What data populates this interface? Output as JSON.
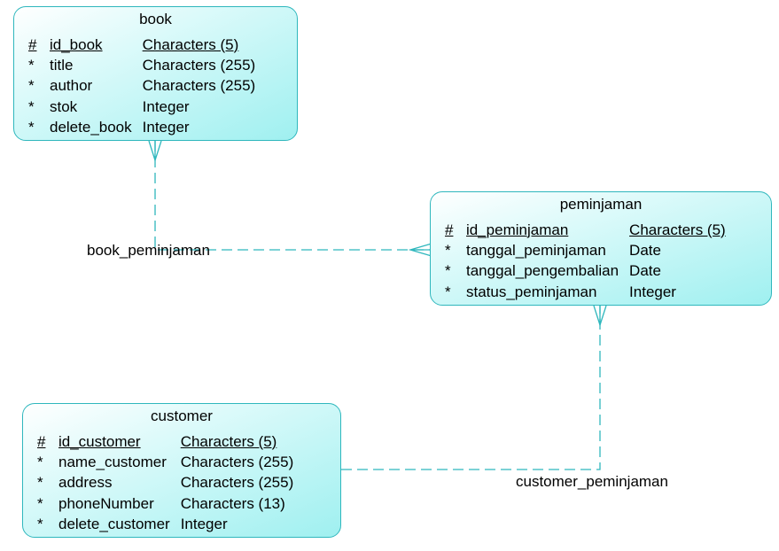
{
  "colors": {
    "border": "#2fb7bd",
    "fill_light": "#dcfafa",
    "fill_dark": "#9ff0f0",
    "connector": "#2fb7bd"
  },
  "entities": [
    {
      "name": "book",
      "attributes": [
        {
          "marker": "#",
          "name": "id_book",
          "type": "Characters (5)",
          "pk": true
        },
        {
          "marker": "*",
          "name": "title",
          "type": "Characters (255)",
          "pk": false
        },
        {
          "marker": "*",
          "name": "author",
          "type": "Characters (255)",
          "pk": false
        },
        {
          "marker": "*",
          "name": "stok",
          "type": "Integer",
          "pk": false
        },
        {
          "marker": "*",
          "name": "delete_book",
          "type": "Integer",
          "pk": false
        }
      ]
    },
    {
      "name": "peminjaman",
      "attributes": [
        {
          "marker": "#",
          "name": "id_peminjaman",
          "type": "Characters (5)",
          "pk": true
        },
        {
          "marker": "*",
          "name": "tanggal_peminjaman",
          "type": "Date",
          "pk": false
        },
        {
          "marker": "*",
          "name": "tanggal_pengembalian",
          "type": "Date",
          "pk": false
        },
        {
          "marker": "*",
          "name": "status_peminjaman",
          "type": "Integer",
          "pk": false
        }
      ]
    },
    {
      "name": "customer",
      "attributes": [
        {
          "marker": "#",
          "name": "id_customer",
          "type": "Characters (5)",
          "pk": true
        },
        {
          "marker": "*",
          "name": "name_customer",
          "type": "Characters (255)",
          "pk": false
        },
        {
          "marker": "*",
          "name": "address",
          "type": "Characters (255)",
          "pk": false
        },
        {
          "marker": "*",
          "name": "phoneNumber",
          "type": "Characters (13)",
          "pk": false
        },
        {
          "marker": "*",
          "name": "delete_customer",
          "type": "Integer",
          "pk": false
        }
      ]
    }
  ],
  "relationships": [
    {
      "name": "book_peminjaman",
      "from": "book",
      "to": "peminjaman",
      "crowsfoot_at": [
        "book",
        "peminjaman"
      ]
    },
    {
      "name": "customer_peminjaman",
      "from": "customer",
      "to": "peminjaman",
      "crowsfoot_at": [
        "peminjaman"
      ]
    }
  ]
}
